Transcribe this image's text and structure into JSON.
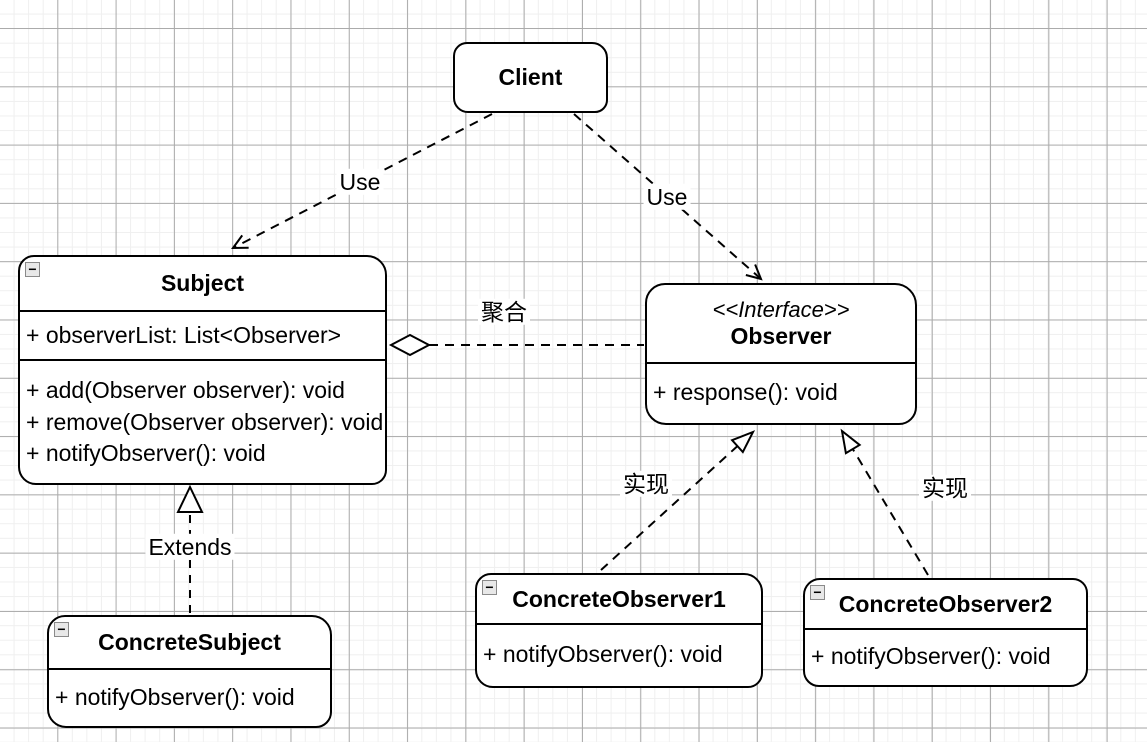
{
  "diagram_type": "uml-class-diagram",
  "colors": {
    "stroke": "#000000",
    "background": "#ffffff",
    "grid_minor": "#efefef",
    "grid_major": "#ababab",
    "collapse_icon_bg": "#e8e8e8"
  },
  "icons": {
    "collapse_glyph": "−"
  },
  "boxes": {
    "client": {
      "title": "Client"
    },
    "subject": {
      "title": "Subject",
      "attributes": [
        "+ observerList: List<Observer>"
      ],
      "methods": [
        "+ add(Observer observer): void",
        "+ remove(Observer observer): void",
        "+ notifyObserver(): void"
      ]
    },
    "observer": {
      "stereotype": "<<Interface>>",
      "title": "Observer",
      "methods": [
        "+ response(): void"
      ]
    },
    "concreteSubject": {
      "title": "ConcreteSubject",
      "methods": [
        "+ notifyObserver(): void"
      ]
    },
    "concreteObserver1": {
      "title": "ConcreteObserver1",
      "methods": [
        "+ notifyObserver(): void"
      ]
    },
    "concreteObserver2": {
      "title": "ConcreteObserver2",
      "methods": [
        "+ notifyObserver(): void"
      ]
    }
  },
  "edges": {
    "useLeft": {
      "label": "Use",
      "type": "dependency",
      "from": "Client",
      "to": "Subject"
    },
    "useRight": {
      "label": "Use",
      "type": "dependency",
      "from": "Client",
      "to": "Observer"
    },
    "aggregation": {
      "label": "聚合",
      "type": "aggregation",
      "from": "Subject",
      "to": "Observer"
    },
    "extends": {
      "label": "Extends",
      "type": "generalization",
      "from": "ConcreteSubject",
      "to": "Subject"
    },
    "realize1": {
      "label": "实现",
      "type": "realization",
      "from": "ConcreteObserver1",
      "to": "Observer"
    },
    "realize2": {
      "label": "实现",
      "type": "realization",
      "from": "ConcreteObserver2",
      "to": "Observer"
    }
  }
}
